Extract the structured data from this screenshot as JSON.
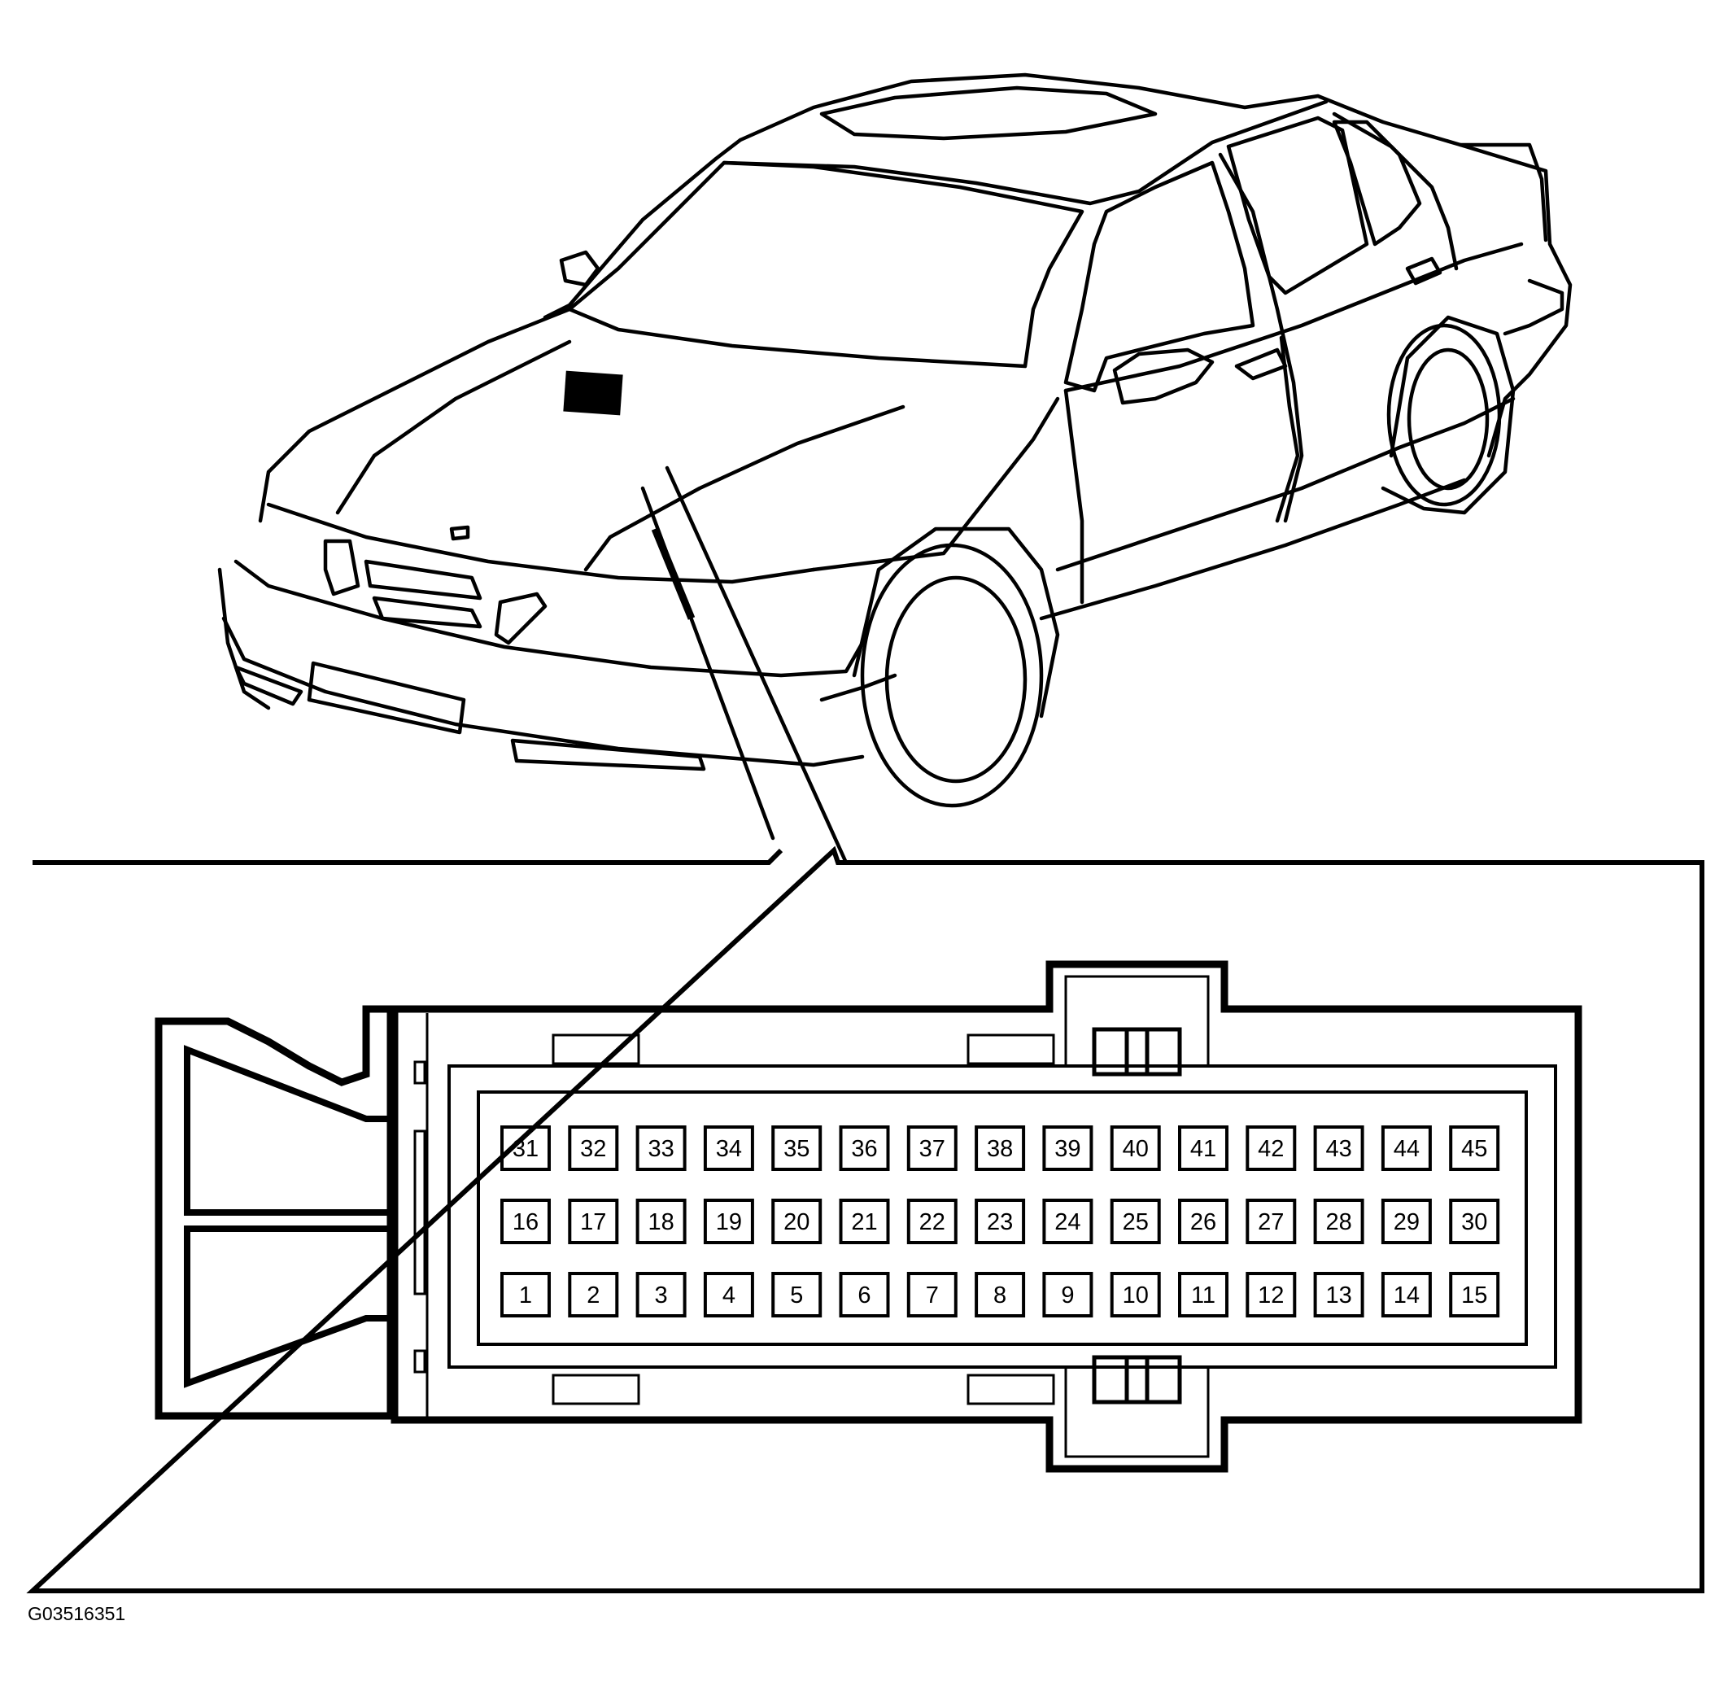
{
  "figure_id": "G03516351",
  "connector": {
    "pin_rows": [
      [
        "31",
        "32",
        "33",
        "34",
        "35",
        "36",
        "37",
        "38",
        "39",
        "40",
        "41",
        "42",
        "43",
        "44",
        "45"
      ],
      [
        "16",
        "17",
        "18",
        "19",
        "20",
        "21",
        "22",
        "23",
        "24",
        "25",
        "26",
        "27",
        "28",
        "29",
        "30"
      ],
      [
        "1",
        "2",
        "3",
        "4",
        "5",
        "6",
        "7",
        "8",
        "9",
        "10",
        "11",
        "12",
        "13",
        "14",
        "15"
      ]
    ]
  },
  "colors": {
    "line": "#000000",
    "background": "#ffffff",
    "component_marker": "#000000"
  }
}
